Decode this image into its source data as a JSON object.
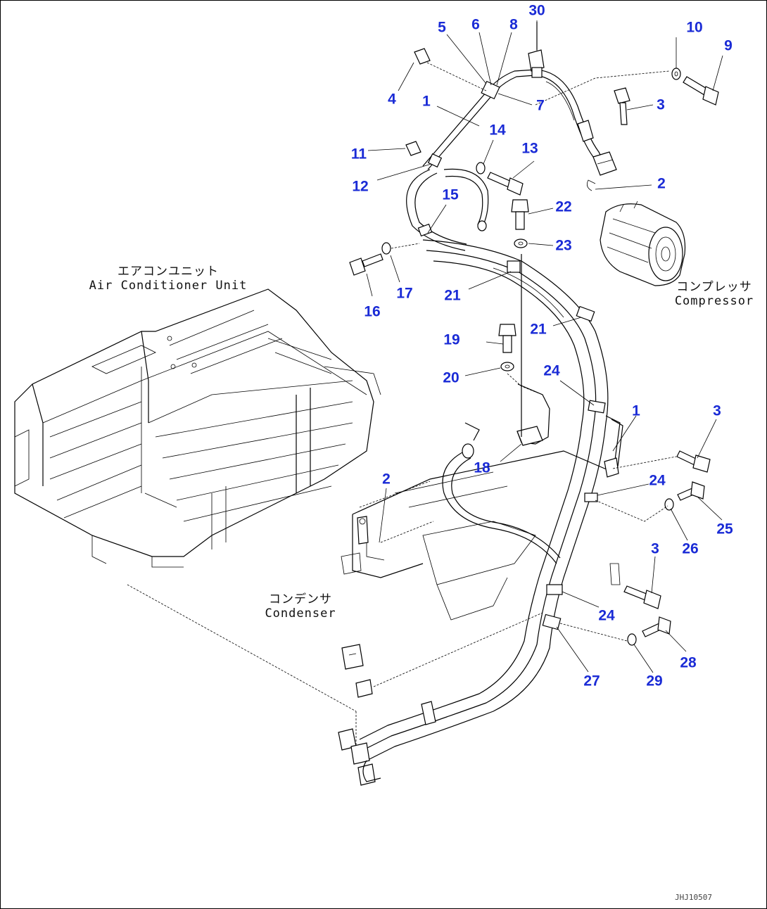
{
  "captions": {
    "air_conditioner_jp": "エアコンユニット",
    "air_conditioner_en": "Air Conditioner Unit",
    "compressor_jp": "コンプレッサ",
    "compressor_en": "Compressor",
    "condenser_jp": "コンデンサ",
    "condenser_en": "Condenser"
  },
  "drawing_ref": "JHJ10507",
  "callout_color": "#1a2bd6",
  "callouts": [
    "30",
    "5",
    "6",
    "8",
    "10",
    "9",
    "4",
    "1",
    "7",
    "3",
    "14",
    "13",
    "11",
    "12",
    "2",
    "22",
    "15",
    "23",
    "16",
    "17",
    "21",
    "21",
    "19",
    "20",
    "24",
    "1",
    "3",
    "18",
    "24",
    "2",
    "25",
    "26",
    "3",
    "24",
    "28",
    "27",
    "29"
  ]
}
